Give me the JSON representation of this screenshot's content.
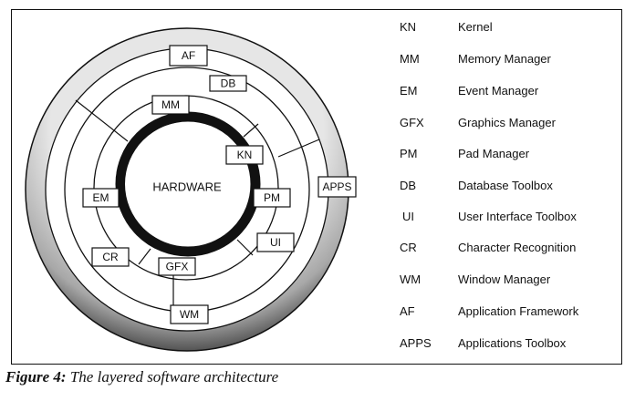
{
  "diagram": {
    "center_label": "HARDWARE",
    "modules": {
      "af": "AF",
      "db": "DB",
      "mm": "MM",
      "kn": "KN",
      "em": "EM",
      "pm": "PM",
      "apps": "APPS",
      "ui": "UI",
      "cr": "CR",
      "gfx": "GFX",
      "wm": "WM"
    },
    "colors": {
      "ink": "#111111",
      "band": "#9a9a9a",
      "band_dark": "#3a3a3a"
    }
  },
  "legend": [
    {
      "abbr": "KN",
      "name": "Kernel"
    },
    {
      "abbr": "MM",
      "name": "Memory Manager"
    },
    {
      "abbr": "EM",
      "name": "Event Manager"
    },
    {
      "abbr": "GFX",
      "name": "Graphics Manager"
    },
    {
      "abbr": "PM",
      "name": "Pad Manager"
    },
    {
      "abbr": "DB",
      "name": "Database Toolbox"
    },
    {
      "abbr": "UI",
      "name": "User Interface Toolbox"
    },
    {
      "abbr": "CR",
      "name": "Character Recognition"
    },
    {
      "abbr": "WM",
      "name": "Window Manager"
    },
    {
      "abbr": "AF",
      "name": "Application Framework"
    },
    {
      "abbr": "APPS",
      "name": "Applications Toolbox"
    }
  ],
  "caption": {
    "label": "Figure 4:",
    "text": "The layered software architecture"
  }
}
